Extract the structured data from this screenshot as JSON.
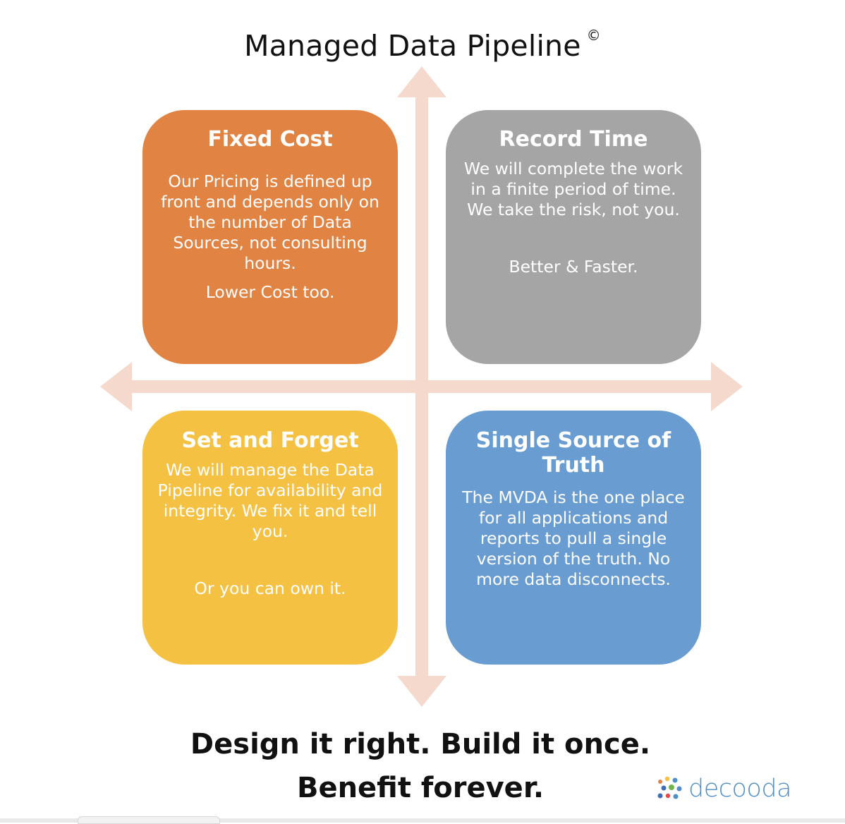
{
  "header": {
    "title": "Managed Data Pipeline",
    "copyright_symbol": "©"
  },
  "quadrants": {
    "fixed_cost": {
      "title": "Fixed Cost",
      "body": "Our Pricing is defined up front and depends only on the number of Data Sources, not consulting hours.",
      "note": "Lower Cost too.",
      "color": "#E08343"
    },
    "record_time": {
      "title": "Record Time",
      "body": "We will complete the work in a finite period of time. We take the risk, not you.",
      "note": "Better & Faster.",
      "color": "#A5A5A5"
    },
    "set_and_forget": {
      "title": "Set and Forget",
      "body": "We will manage the Data Pipeline for availability and integrity. We fix it and tell you.",
      "note": "Or you can own it.",
      "color": "#F5C143"
    },
    "single_source": {
      "title": "Single Source of Truth",
      "body": "The MVDA is the one place for all applications and reports to pull a single version of the truth. No more data disconnects.",
      "color": "#699DD1"
    }
  },
  "arrows": {
    "color": "#F5D9CD"
  },
  "footer": {
    "line1": "Design it right. Build it once.",
    "line2": "Benefit forever.",
    "logo_text": "decooda",
    "logo_color": "#4F8EC7"
  }
}
